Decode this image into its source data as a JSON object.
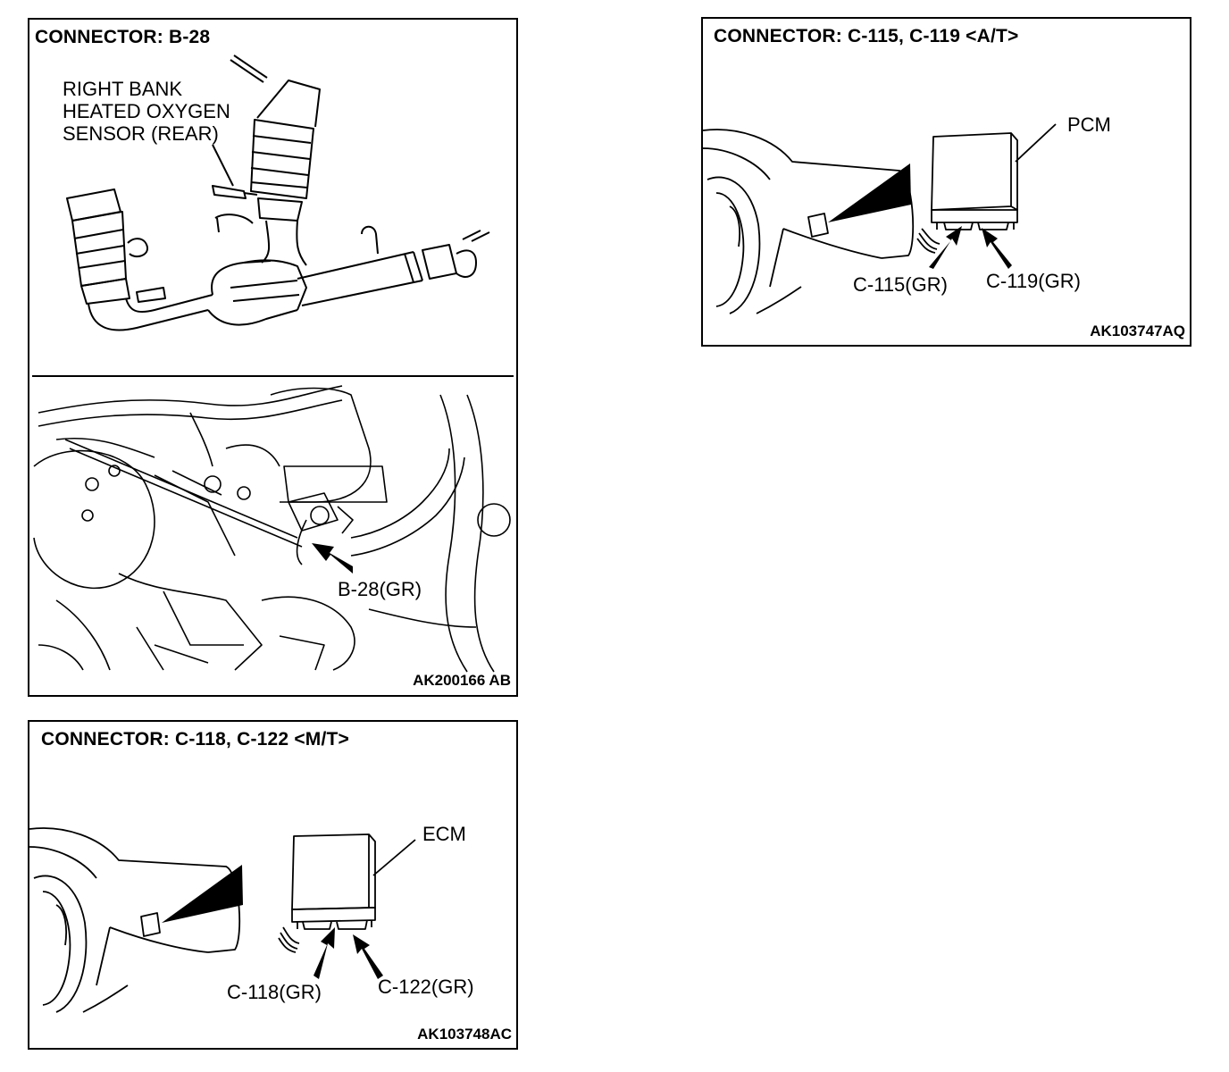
{
  "panel_b28": {
    "title": "CONNECTOR: B-28",
    "sensor_label_line1": "RIGHT BANK",
    "sensor_label_line2": "HEATED OXYGEN",
    "sensor_label_line3": "SENSOR (REAR)",
    "connector_label": "B-28(GR)",
    "figure_id": "AK200166 AB"
  },
  "panel_at": {
    "title": "CONNECTOR: C-115, C-119 <A/T>",
    "module_label": "PCM",
    "connector_label_left": "C-115(GR)",
    "connector_label_right": "C-119(GR)",
    "figure_id": "AK103747AQ"
  },
  "panel_mt": {
    "title": "CONNECTOR: C-118, C-122 <M/T>",
    "module_label": "ECM",
    "connector_label_left": "C-118(GR)",
    "connector_label_right": "C-122(GR)",
    "figure_id": "AK103748AC"
  }
}
